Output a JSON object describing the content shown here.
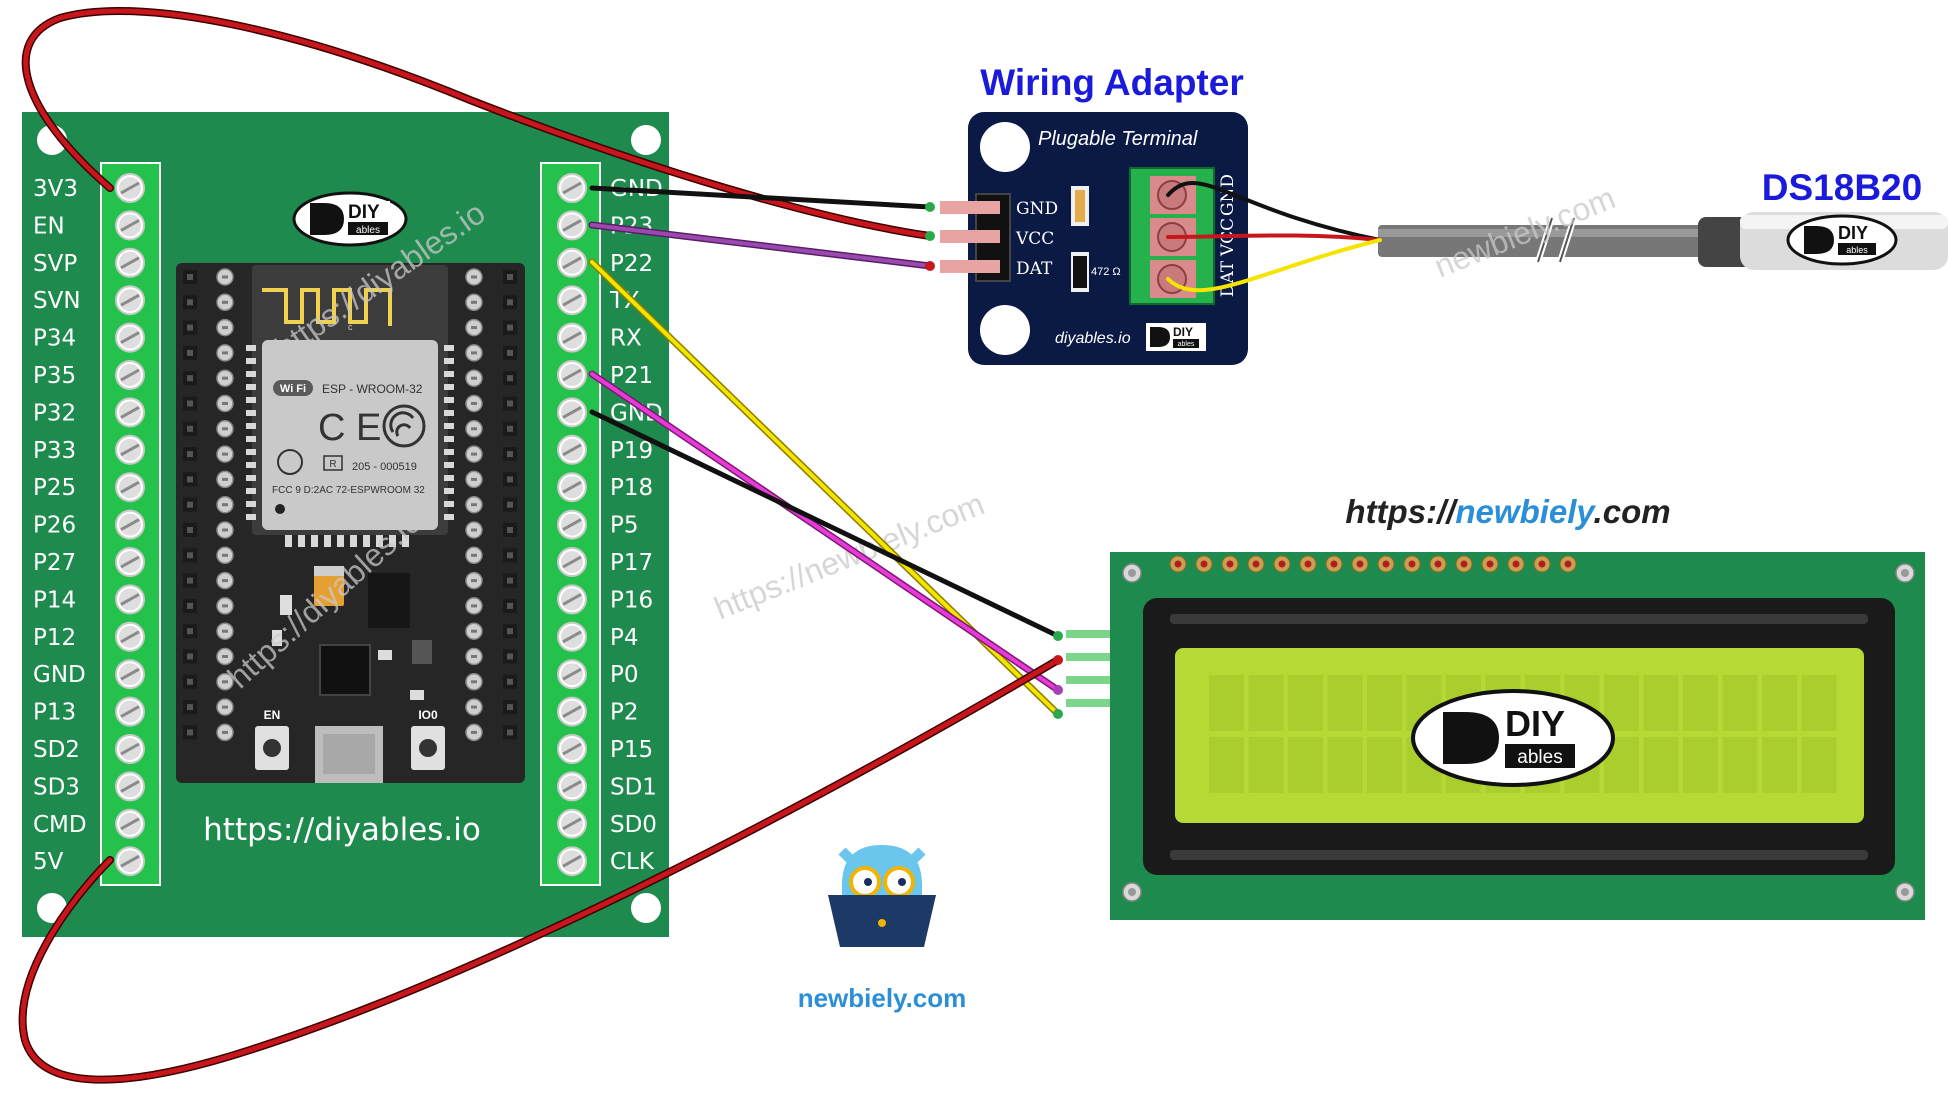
{
  "esp32": {
    "left_pins": [
      "3V3",
      "EN",
      "SVP",
      "SVN",
      "P34",
      "P35",
      "P32",
      "P33",
      "P25",
      "P26",
      "P27",
      "P14",
      "P12",
      "GND",
      "P13",
      "SD2",
      "SD3",
      "CMD",
      "5V"
    ],
    "right_pins": [
      "GND",
      "P23",
      "P22",
      "TX",
      "RX",
      "P21",
      "GND",
      "P19",
      "P18",
      "P5",
      "P17",
      "P16",
      "P4",
      "P0",
      "P2",
      "P15",
      "SD1",
      "SD0",
      "CLK"
    ],
    "url": "https://diyables.io",
    "module_text": "ESP - WROOM-32",
    "wifi_badge": "Wi Fi",
    "ce_mark": "C E",
    "cert_r": "R",
    "cert_code": "205 - 000519",
    "fcc_text": "FCC 9 D:2AC 72-ESPWROOM 32",
    "en_label": "EN",
    "io0_label": "IO0",
    "antenna_label": "c"
  },
  "adapter": {
    "title": "Wiring Adapter",
    "subtitle": "Plugable Terminal",
    "pins": [
      "GND",
      "VCC",
      "DAT"
    ],
    "terminal_pins": [
      "GND",
      "VCC",
      "DAT"
    ],
    "resistor": "472 Ω",
    "brand": "diyables.io"
  },
  "sensor": {
    "name": "DS18B20"
  },
  "lcd": {
    "site_url_prefix": "https://",
    "site_url_brand": "newbiely",
    "site_url_suffix": ".com"
  },
  "logo": {
    "line1": "DIY",
    "line2": "ables"
  },
  "footer": {
    "brand": "newbiely.com"
  },
  "watermarks": [
    "https://newbiely.com",
    "newbiely.com",
    "https://diyables.io",
    "https://diyables.io"
  ],
  "colors": {
    "board": "#1e8a4e",
    "terminal": "#22b14c",
    "wire_red": "#c8161d",
    "wire_black": "#222222",
    "wire_yellow": "#f5e400",
    "wire_purple": "#8e3fa0",
    "wire_magenta": "#e83ad8",
    "lcd_screen": "#b6d936",
    "adapter": "#0b1a45",
    "title_blue": "#1a1adb"
  }
}
